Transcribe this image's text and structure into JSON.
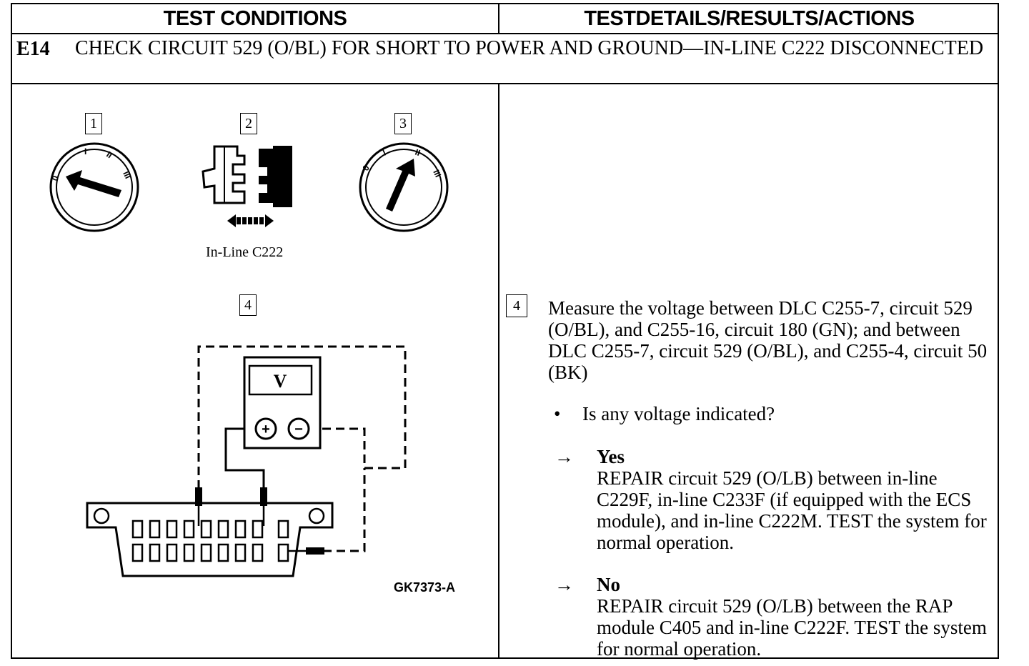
{
  "header": {
    "left": "TEST CONDITIONS",
    "right": "TESTDETAILS/RESULTS/ACTIONS"
  },
  "step": {
    "id": "E14",
    "title": "CHECK CIRCUIT 529 (O/BL) FOR SHORT TO POWER AND GROUND—IN-LINE C222 DISCONNECTED"
  },
  "figure": {
    "callouts": [
      "1",
      "2",
      "3",
      "4"
    ],
    "connector_caption": "In-Line C222",
    "meter_label": "V",
    "meter_plus": "+",
    "meter_minus": "−",
    "ignition_marks": [
      "0",
      "I",
      "II",
      "III"
    ],
    "code": "GK7373-A"
  },
  "details": {
    "step_number": "4",
    "instruction": "Measure the voltage between DLC C255-7, circuit 529 (O/BL), and C255-16, circuit 180 (GN); and between DLC C255-7, circuit 529 (O/BL), and C255-4, circuit 50 (BK)",
    "question_bullet": "•",
    "question": "Is any voltage indicated?",
    "arrow": "→",
    "yes_label": "Yes",
    "yes_action": "REPAIR circuit 529 (O/LB) between in-line C229F, in-line C233F (if equipped with the ECS module), and in-line C222M. TEST the system for normal operation.",
    "no_label": "No",
    "no_action": "REPAIR circuit 529 (O/LB) between the RAP module C405 and in-line C222F. TEST the system for normal operation."
  }
}
